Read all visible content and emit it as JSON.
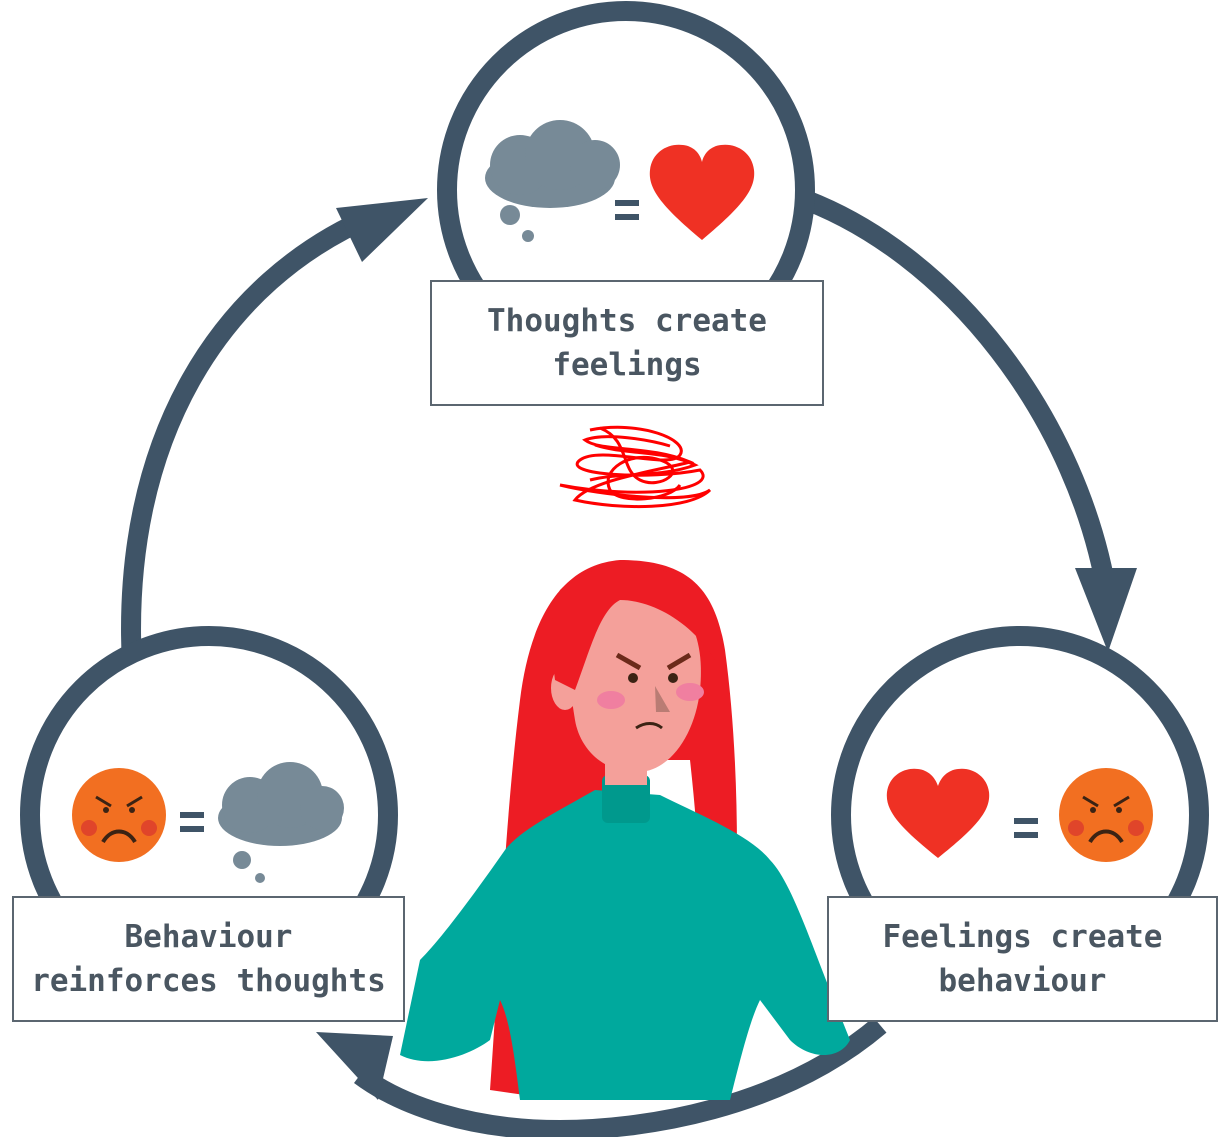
{
  "diagram": {
    "nodes": [
      {
        "id": "thoughts",
        "label_line1": "Thoughts create",
        "label_line2": "feelings"
      },
      {
        "id": "feelings",
        "label_line1": "Feelings create",
        "label_line2": "behaviour"
      },
      {
        "id": "behaviour",
        "label_line1": "Behaviour",
        "label_line2": "reinforces thoughts"
      }
    ],
    "equals_symbol": "=",
    "colors": {
      "cycle_stroke": "#3f5467",
      "thought_cloud": "#778a97",
      "heart": "#ef3124",
      "angry_face": "#f26f21",
      "scribble": "#ff0000",
      "hair": "#ed1c24",
      "sweater": "#00a99d",
      "skin": "#f4a09a"
    },
    "icons": [
      "thought-cloud-icon",
      "heart-icon",
      "angry-face-icon",
      "scribble-icon"
    ]
  }
}
